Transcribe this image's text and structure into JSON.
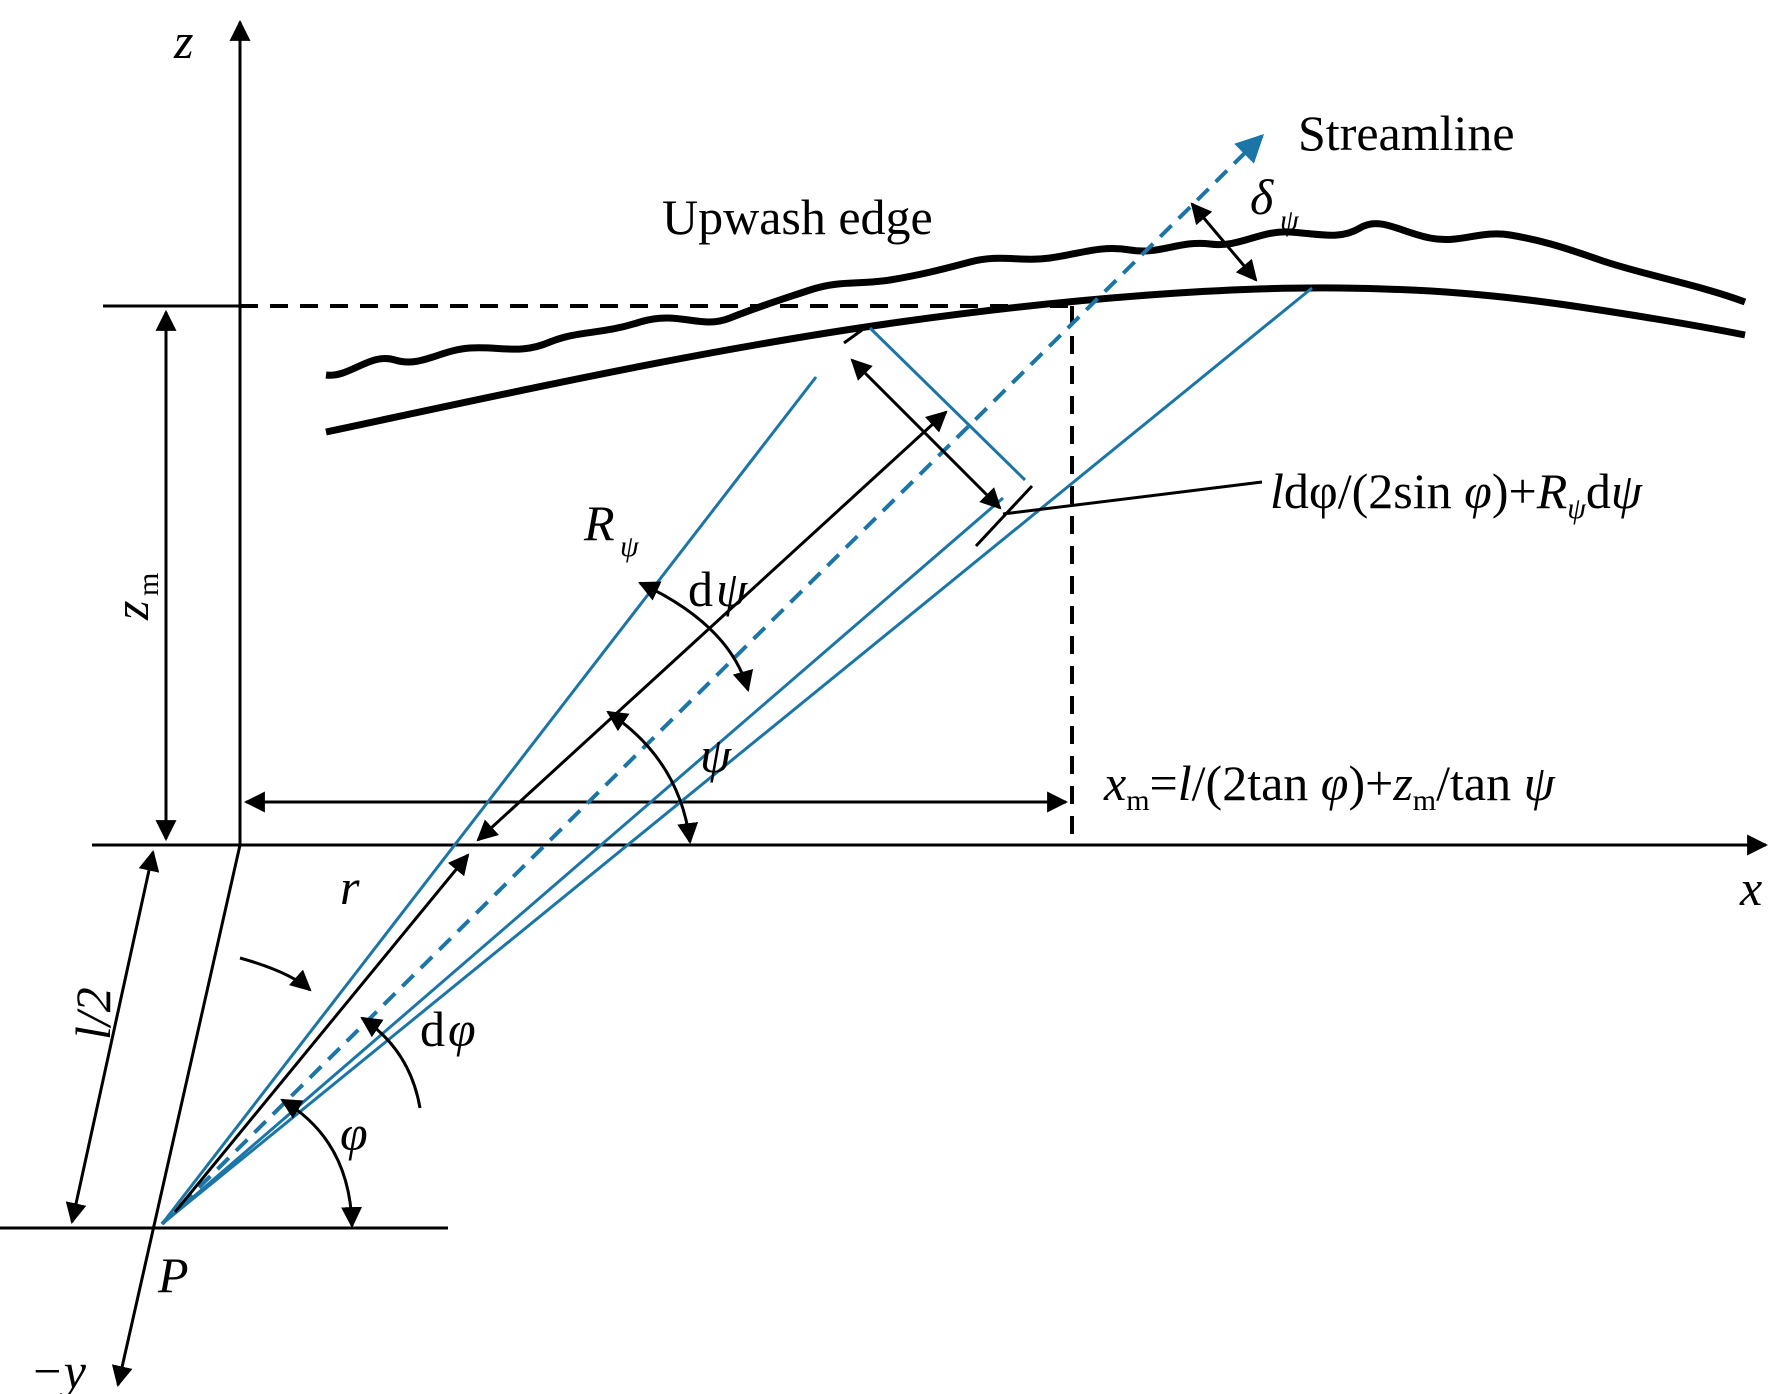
{
  "labels": {
    "z_axis": "z",
    "x_axis": "x",
    "neg_y_axis": "−y",
    "point": "P",
    "streamline": "Streamline",
    "upwash_edge": "Upwash edge",
    "delta": "δ",
    "delta_sub": "ψ",
    "z_m": "z",
    "z_m_sub": "m",
    "half_l": "l/2",
    "r": "r",
    "R": "R",
    "R_sub": "ψ",
    "d_psi_d": "d",
    "d_psi_psi": "ψ",
    "psi": "ψ",
    "d_phi_d": "d",
    "d_phi_phi": "φ",
    "phi": "φ",
    "formula_width": {
      "p1": "l",
      "p2": "dφ/(2sin ",
      "p3": "φ",
      "p4": ")+",
      "p5": "R",
      "p5_sub": "ψ",
      "p6": "d",
      "p7": "ψ"
    },
    "formula_xm": {
      "p1": "x",
      "p1_sub": "m",
      "p2": "=",
      "p3": "l",
      "p4": "/(2tan ",
      "p5": "φ",
      "p6": ")+",
      "p7": "z",
      "p7_sub": "m",
      "p8": "/tan ",
      "p9": "ψ"
    }
  },
  "colors": {
    "ink": "#000000",
    "blue": "#1b75a6"
  }
}
